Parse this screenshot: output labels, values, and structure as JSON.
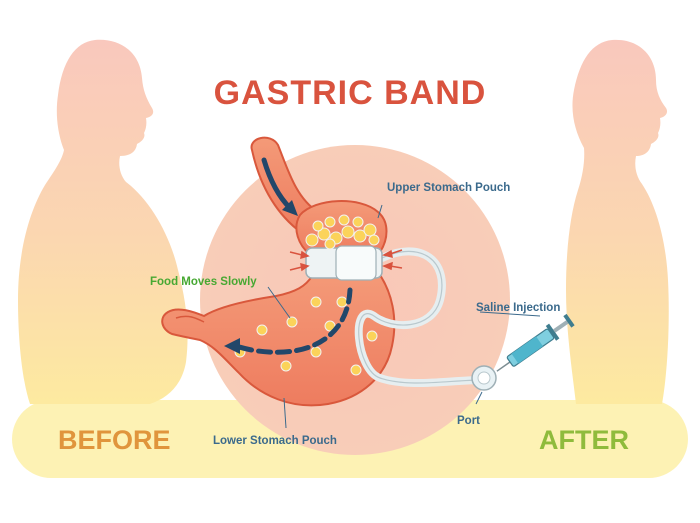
{
  "title": "GASTRIC BAND",
  "labels": {
    "upper_pouch": "Upper Stomach Pouch",
    "food_moves": "Food Moves Slowly",
    "saline": "Saline Injection",
    "port": "Port",
    "lower_pouch": "Lower Stomach Pouch"
  },
  "before": "BEFORE",
  "after": "AFTER",
  "colors": {
    "title": "#d9533e",
    "label_blue": "#3b6a8c",
    "label_green": "#47a832",
    "before": "#e0953c",
    "after": "#8fbb3c",
    "stomach": "#f0876a",
    "band": "#eef3f4",
    "arrow": "#22476a"
  }
}
